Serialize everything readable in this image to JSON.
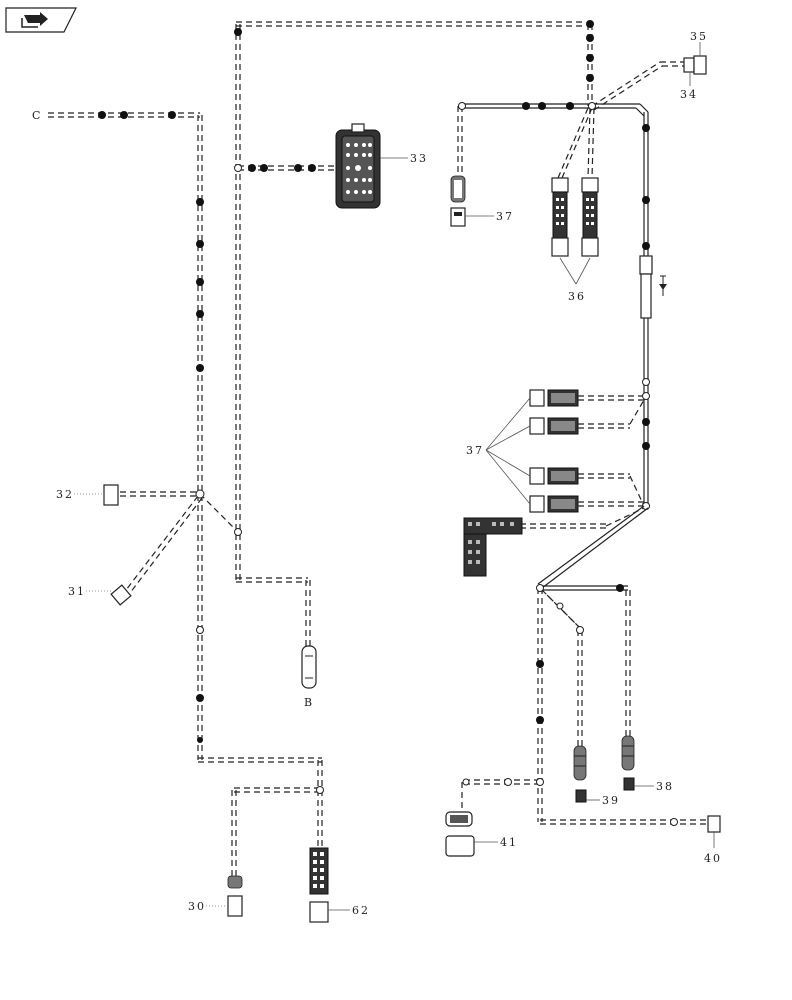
{
  "callouts": {
    "c": "C",
    "b": "B",
    "p30": "30",
    "p31": "31",
    "p32": "32",
    "p33": "33",
    "p34": "34",
    "p35": "35",
    "p36": "36",
    "p37_top": "37",
    "p37_group": "37",
    "p38": "38",
    "p39": "39",
    "p40": "40",
    "p41": "41",
    "p62": "62"
  },
  "icons": {
    "nav": "navigation-arrow-icon"
  },
  "colors": {
    "line": "#222222",
    "background": "#ffffff"
  }
}
